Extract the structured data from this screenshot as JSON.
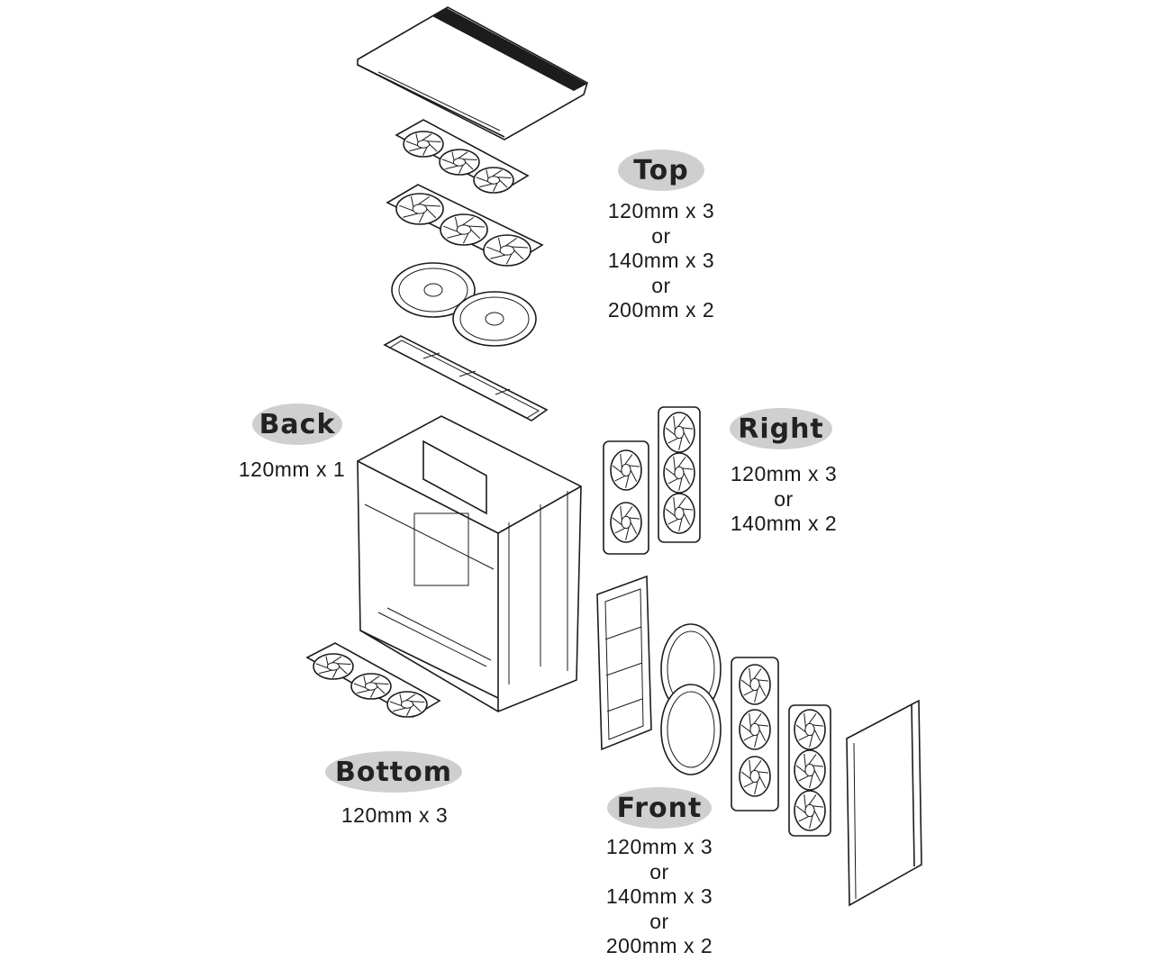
{
  "zones": {
    "top": {
      "title": "Top",
      "lines": [
        "120mm x 3",
        "or",
        "140mm x 3",
        "or",
        "200mm x 2"
      ]
    },
    "back": {
      "title": "Back",
      "lines": [
        "120mm x 1"
      ]
    },
    "right": {
      "title": "Right",
      "lines": [
        "120mm x 3",
        "or",
        "140mm x 2"
      ]
    },
    "bottom": {
      "title": "Bottom",
      "lines": [
        "120mm x 3"
      ]
    },
    "front": {
      "title": "Front",
      "lines": [
        "120mm x 3",
        "or",
        "140mm x 3",
        "or",
        "200mm x 2"
      ]
    }
  },
  "colors": {
    "badge": "#cfcfcf",
    "ink": "#1c1c1c"
  }
}
